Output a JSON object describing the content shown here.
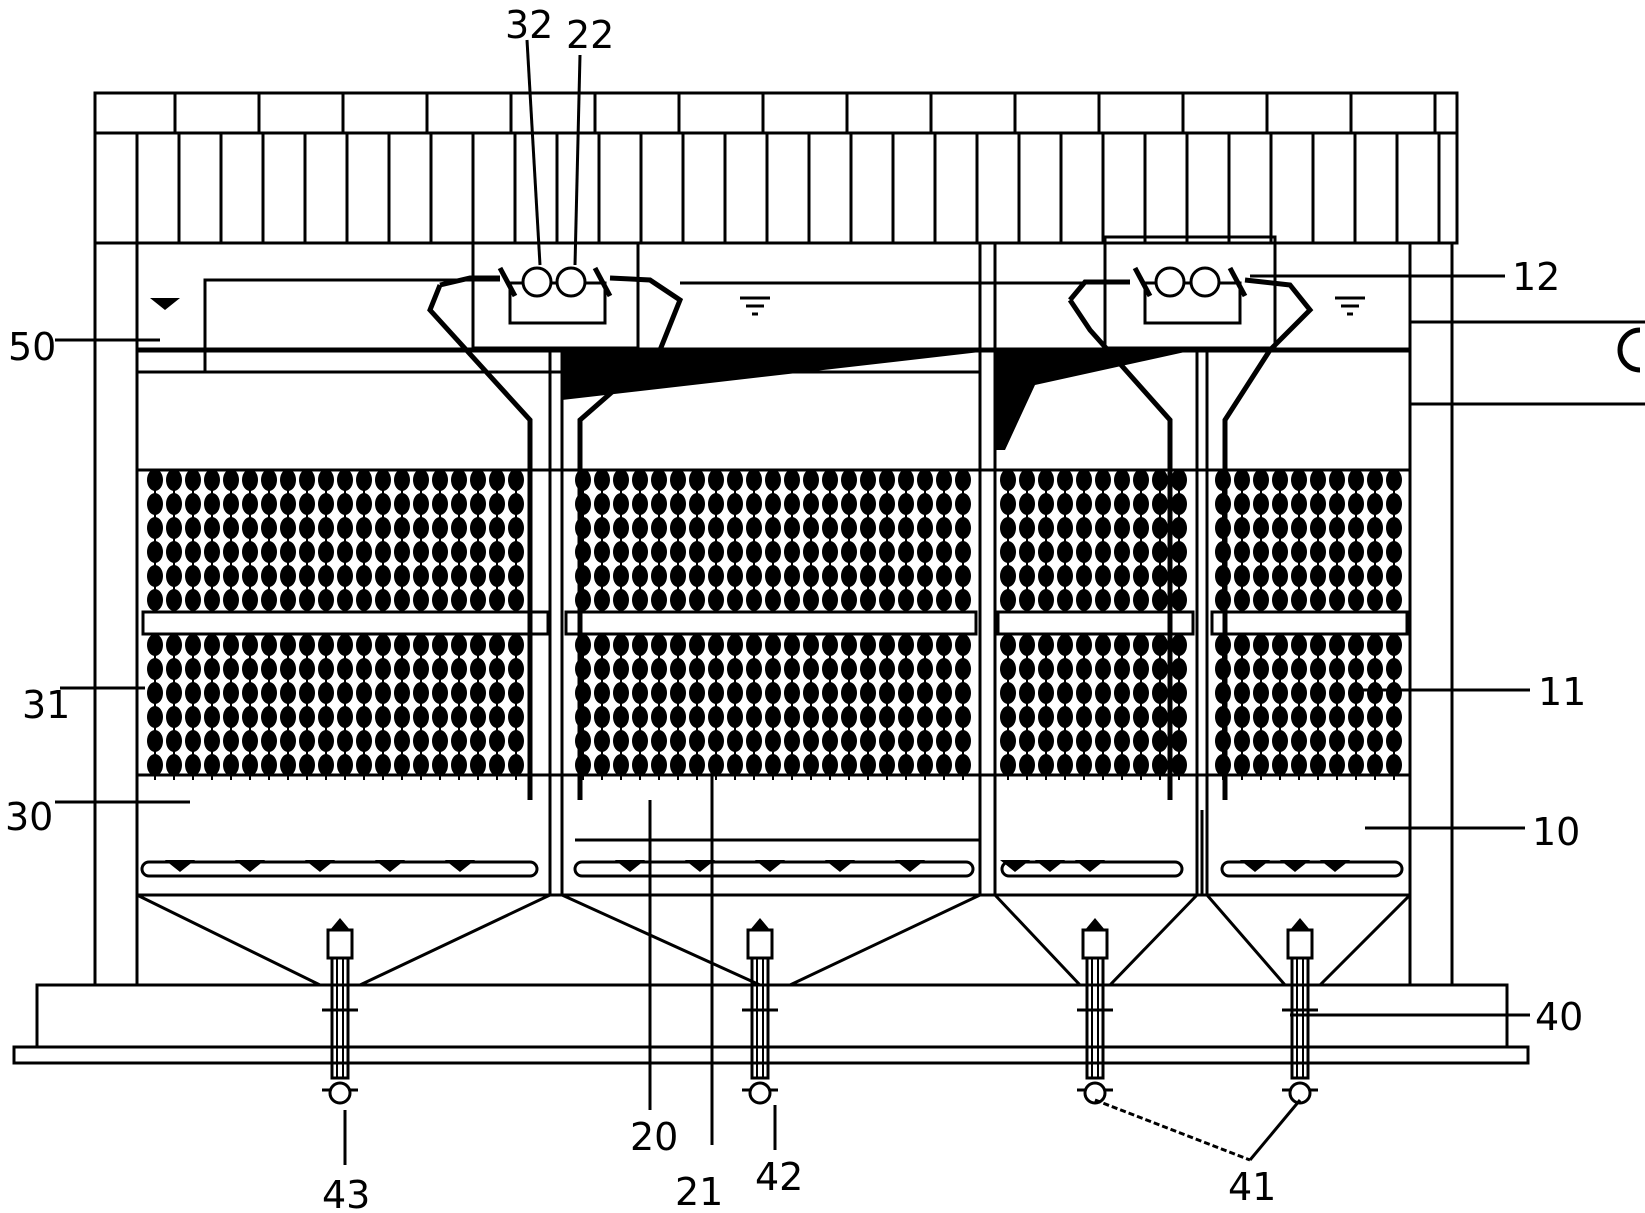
{
  "labels": [
    {
      "id": "32",
      "text": "32"
    },
    {
      "id": "22",
      "text": "22"
    },
    {
      "id": "12",
      "text": "12"
    },
    {
      "id": "50",
      "text": "50"
    },
    {
      "id": "31",
      "text": "31"
    },
    {
      "id": "11",
      "text": "11"
    },
    {
      "id": "30",
      "text": "30"
    },
    {
      "id": "10",
      "text": "10"
    },
    {
      "id": "20",
      "text": "20"
    },
    {
      "id": "21",
      "text": "21"
    },
    {
      "id": "40",
      "text": "40"
    },
    {
      "id": "43",
      "text": "43"
    },
    {
      "id": "42",
      "text": "42"
    },
    {
      "id": "41",
      "text": "41"
    }
  ]
}
